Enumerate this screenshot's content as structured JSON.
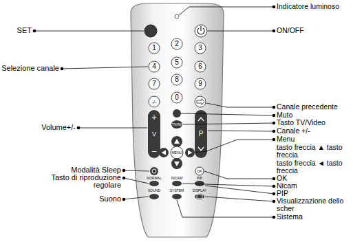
{
  "diagram": {
    "labels": [
      "Indicatore luminoso",
      "SET",
      "ON/OFF",
      "Selezione canale",
      "Canale precedente",
      "Muto",
      "Tasto TV/Video",
      "Volume+/-",
      "Canale +/-",
      "Menu",
      "tasto freccia ▲ tasto freccia",
      "tasto freccia ◄ tasto freccia",
      "Modalità Sleep",
      "OK",
      "Tasto di riproduzione regolare",
      "Nicam",
      "PIP",
      "Suono",
      "Visualizzazione dello scher",
      "Sistema",
      "1",
      "2",
      "3",
      "4",
      "5",
      "6",
      "7",
      "8",
      "9",
      "-/-",
      "0",
      "+",
      "V",
      "−",
      "P",
      "TV/AV",
      "MENU",
      "OK",
      "NORMAL",
      "NICAM",
      "PIP",
      "SOUND",
      "SYSTEM",
      "DISPLAY"
    ]
  }
}
